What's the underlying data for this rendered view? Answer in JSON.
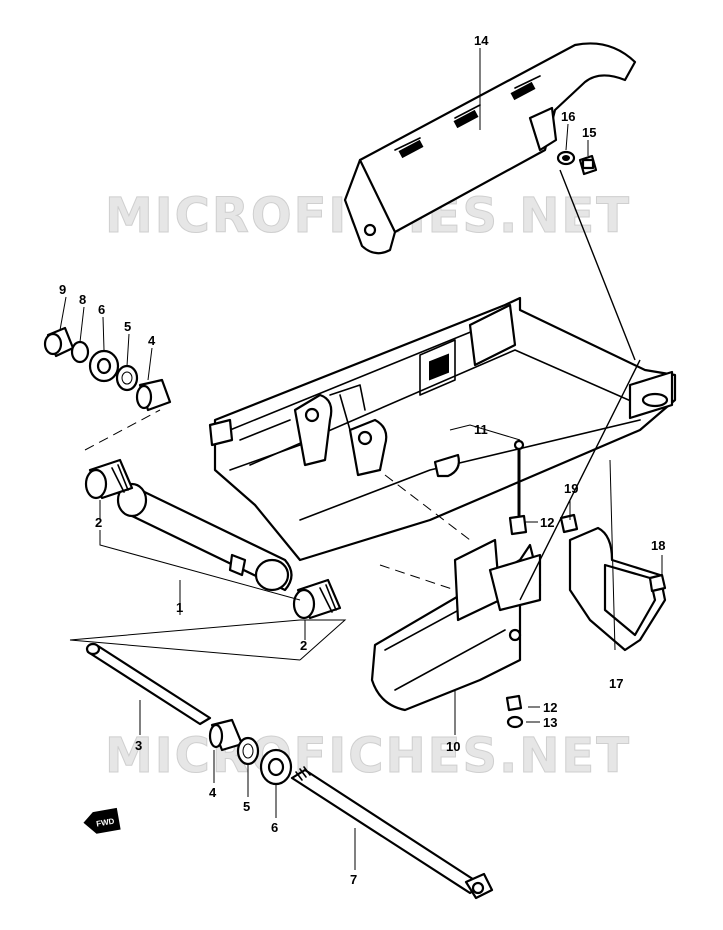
{
  "watermark": "MICROFICHES.NET",
  "forward_label": "FWD",
  "callouts": {
    "p1": "1",
    "p2a": "2",
    "p2b": "2",
    "p3": "3",
    "p4a": "4",
    "p4b": "4",
    "p5a": "5",
    "p5b": "5",
    "p6a": "6",
    "p6b": "6",
    "p7": "7",
    "p8": "8",
    "p9": "9",
    "p10": "10",
    "p11": "11",
    "p12a": "12",
    "p12b": "12",
    "p13": "13",
    "p14": "14",
    "p15": "15",
    "p16": "16",
    "p17": "17",
    "p18": "18",
    "p19": "19"
  }
}
